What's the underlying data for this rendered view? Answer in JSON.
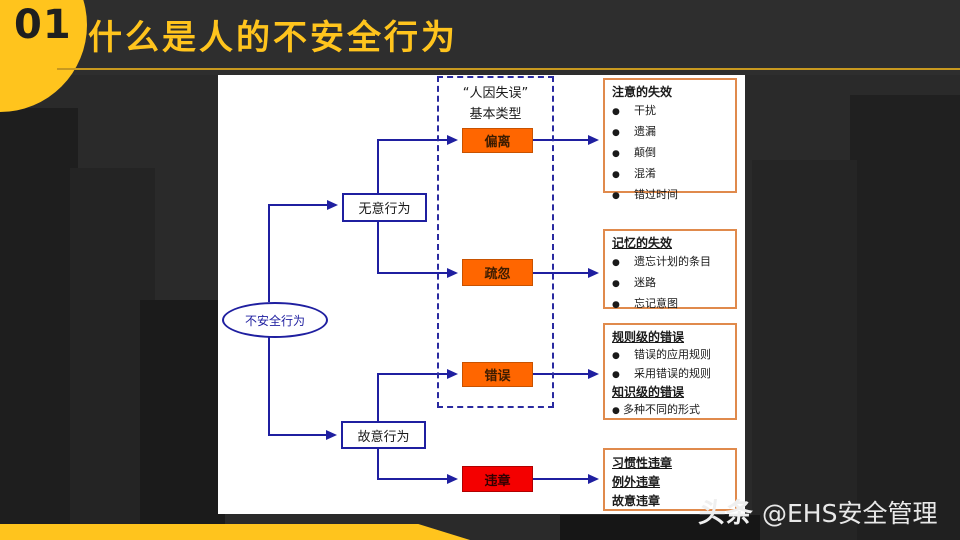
{
  "header": {
    "badge": "01",
    "title": "什么是人的不安全行为"
  },
  "diagram": {
    "root": "不安全行为",
    "branch_unintentional": "无意行为",
    "branch_intentional": "故意行为",
    "group_label_line1": "“人因失误”",
    "group_label_line2": "基本类型",
    "nodes": {
      "deviation": "偏离",
      "negligence": "疏忽",
      "error": "错误",
      "violation": "违章"
    },
    "detail_boxes": [
      {
        "title": "注意的失效",
        "items": [
          "干扰",
          "遗漏",
          "颠倒",
          "混淆",
          "错过时间"
        ]
      },
      {
        "title": "记忆的失效",
        "items": [
          "遗忘计划的条目",
          "迷路",
          "忘记意图"
        ]
      },
      {
        "title": "规则级的错误",
        "items": [
          "错误的应用规则",
          "采用错误的规则"
        ],
        "title2": "知识级的错误",
        "items2": [
          "多种不同的形式"
        ]
      },
      {
        "lines": [
          "习惯性违章",
          "例外违章",
          "故意违章"
        ]
      }
    ]
  },
  "icons": {
    "bullet": "●"
  },
  "watermark": {
    "brand": "头条",
    "handle": "@EHS安全管理"
  },
  "colors": {
    "accent_yellow": "#FFC41D",
    "line_navy": "#1F1FA0",
    "node_orange": "#FF6600",
    "node_red": "#F40000",
    "detail_border": "#E08A4C"
  }
}
